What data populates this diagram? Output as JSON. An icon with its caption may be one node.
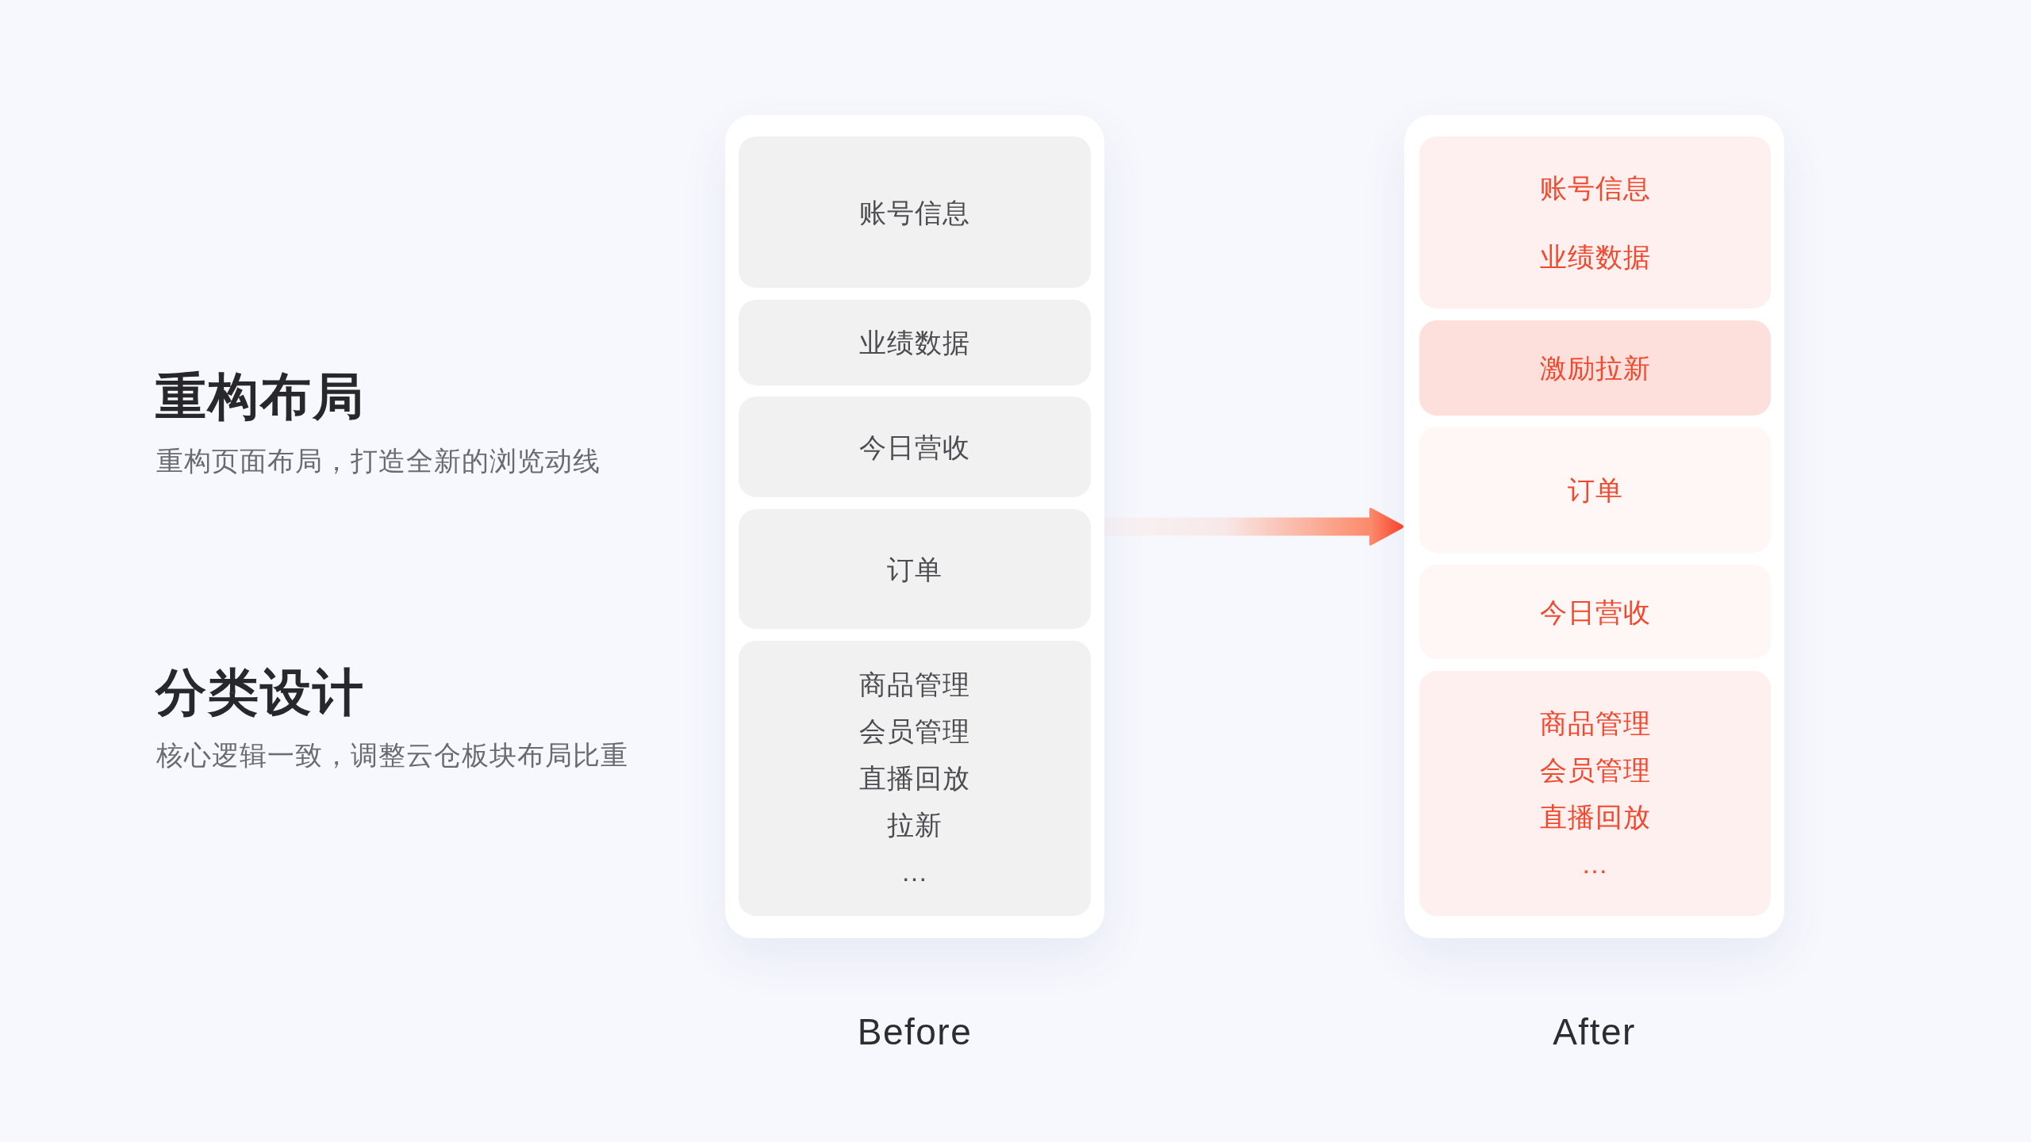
{
  "diagram": {
    "nodes": [
      {
        "text": [],
        "shape": "box",
        "beside": [
          "Before"
        ]
      },
      {
        "text": [
          "账号信息"
        ],
        "in": 0
      },
      {
        "text": [
          "业绩数据"
        ],
        "in": 0
      },
      {
        "text": [
          "今日营收"
        ],
        "in": 0
      },
      {
        "text": [
          "订单"
        ],
        "in": 0
      },
      {
        "text": [
          "商品管理",
          "会员管理",
          "直播回放",
          "拉新",
          "…"
        ],
        "in": 0
      },
      {
        "text": [],
        "shape": "box",
        "beside": [
          "After"
        ]
      },
      {
        "text": [
          "账号信息",
          "业绩数据"
        ],
        "in": 6
      },
      {
        "text": [
          "激励拉新"
        ],
        "in": 6
      },
      {
        "text": [
          "订单"
        ],
        "in": 6
      },
      {
        "text": [
          "今日营收"
        ],
        "in": 6
      },
      {
        "text": [
          "商品管理",
          "会员管理",
          "直播回放",
          "…"
        ],
        "in": 6
      }
    ],
    "edges": [
      {
        "from": 0,
        "to": 6,
        "arrow": "to"
      }
    ],
    "labels": [
      "重构布局",
      "重构页面布局，打造全新的浏览动线",
      "分类设计",
      "核心逻辑一致，调整云仓板块布局比重"
    ]
  }
}
